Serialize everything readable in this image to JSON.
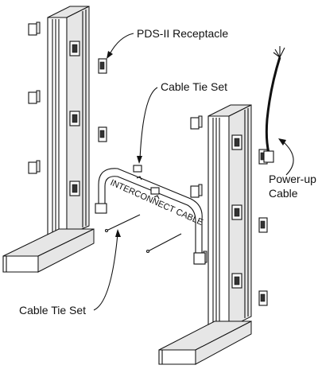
{
  "labels": {
    "pds_receptacle": "PDS-II Receptacle",
    "cable_tie_set_top": "Cable Tie Set",
    "cable_tie_set_bottom": "Cable Tie Set",
    "power_up_line1": "Power-up",
    "power_up_line2": "Cable",
    "interconnect_cable": "INTERCONNECT CABLE"
  }
}
